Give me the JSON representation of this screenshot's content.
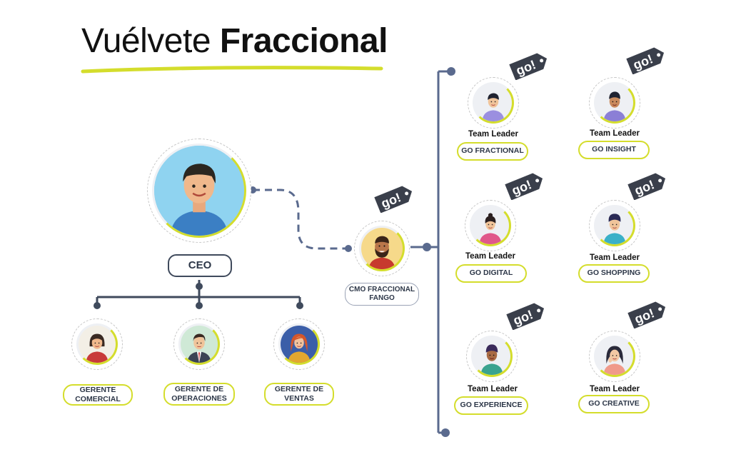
{
  "title": {
    "regular": "Vuélvete",
    "bold": "Fraccional"
  },
  "colors": {
    "accent": "#d4dd2c",
    "line": "#5a6a8e",
    "dark": "#3f4a5c",
    "tag": "#3a3f4b",
    "tag_text": "#d4dd2c"
  },
  "ceo": {
    "label": "CEO",
    "icon": "ceo-avatar-icon"
  },
  "managers": [
    {
      "line1": "GERENTE",
      "line2": "COMERCIAL",
      "icon": "woman-avatar-icon"
    },
    {
      "line1": "GERENTE DE",
      "line2": "OPERACIONES",
      "icon": "man-suit-avatar-icon"
    },
    {
      "line1": "GERENTE DE",
      "line2": "VENTAS",
      "icon": "redhead-avatar-icon"
    }
  ],
  "cmo": {
    "line1": "CMO FRACCIONAL",
    "line2": "FANGO",
    "tag": "go!",
    "icon": "bearded-man-avatar-icon"
  },
  "teams": [
    {
      "role": "Team Leader",
      "name": "GO FRACTIONAL",
      "tag": "go!"
    },
    {
      "role": "Team Leader",
      "name": "GO INSIGHT",
      "tag": "go!"
    },
    {
      "role": "Team Leader",
      "name": "GO DIGITAL",
      "tag": "go!"
    },
    {
      "role": "Team Leader",
      "name": "GO SHOPPING",
      "tag": "go!"
    },
    {
      "role": "Team Leader",
      "name": "GO EXPERIENCE",
      "tag": "go!"
    },
    {
      "role": "Team Leader",
      "name": "GO CREATIVE",
      "tag": "go!"
    }
  ]
}
